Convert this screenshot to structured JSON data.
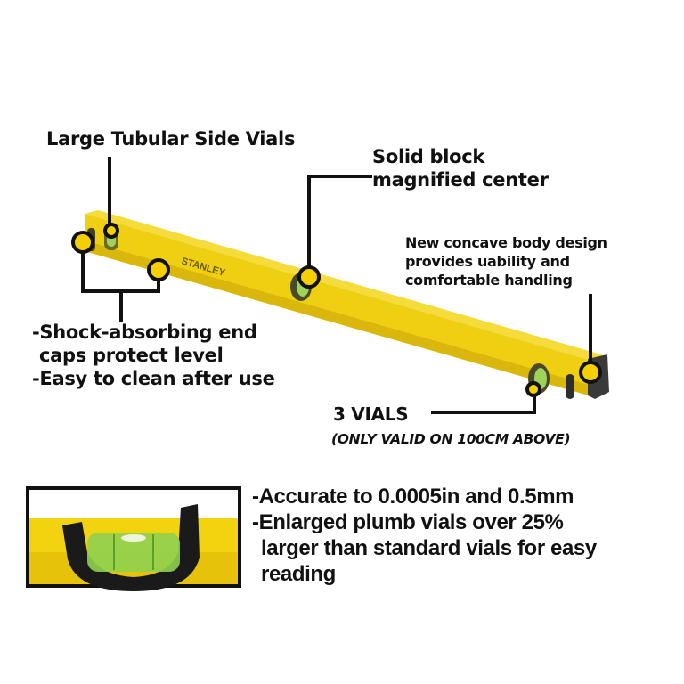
{
  "labels": {
    "side_vials": "Large Tubular Side Vials",
    "center": [
      "Solid block",
      "magnified center"
    ],
    "concave": [
      "New concave body design",
      "provides uability and",
      "comfortable handling"
    ],
    "shock": [
      "-Shock-absorbing end",
      " caps protect level",
      "-Easy to clean after use"
    ],
    "vials": "3 VIALS",
    "vials_note": "(ONLY VALID ON 100CM ABOVE)",
    "specs": [
      "-Accurate to 0.0005in and 0.5mm",
      "-Enlarged plumb vials over 25%",
      "larger than standard vials for easy",
      "reading"
    ]
  },
  "product": {
    "brand": "STANLEY",
    "colors": {
      "body": "#f2d21b",
      "body_shadow": "#d9b70d",
      "callout_fill": "#f5d000",
      "line": "#111111",
      "vial": "#8fd14f"
    }
  }
}
